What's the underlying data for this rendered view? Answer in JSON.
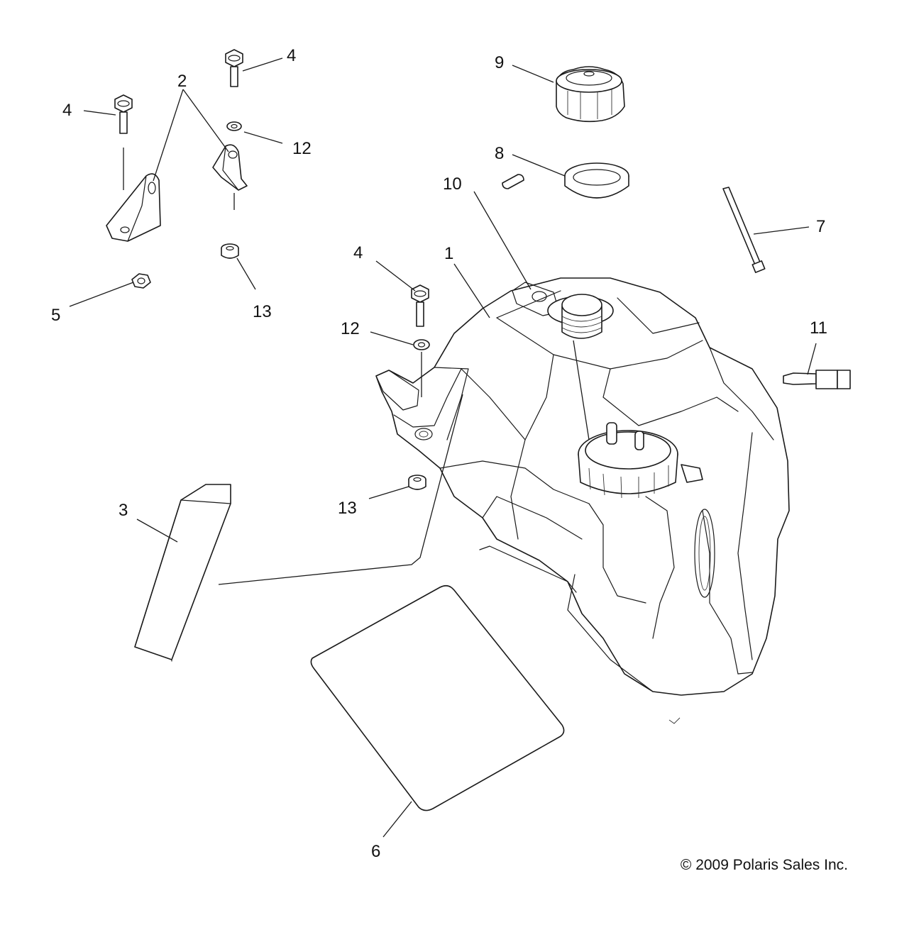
{
  "callouts": {
    "c1": "1",
    "c2": "2",
    "c3": "3",
    "c4a": "4",
    "c4b": "4",
    "c4c": "4",
    "c5": "5",
    "c6": "6",
    "c7": "7",
    "c8": "8",
    "c9": "9",
    "c10": "10",
    "c11": "11",
    "c12a": "12",
    "c12b": "12",
    "c13a": "13",
    "c13b": "13"
  },
  "copyright": "© 2009 Polaris Sales Inc."
}
